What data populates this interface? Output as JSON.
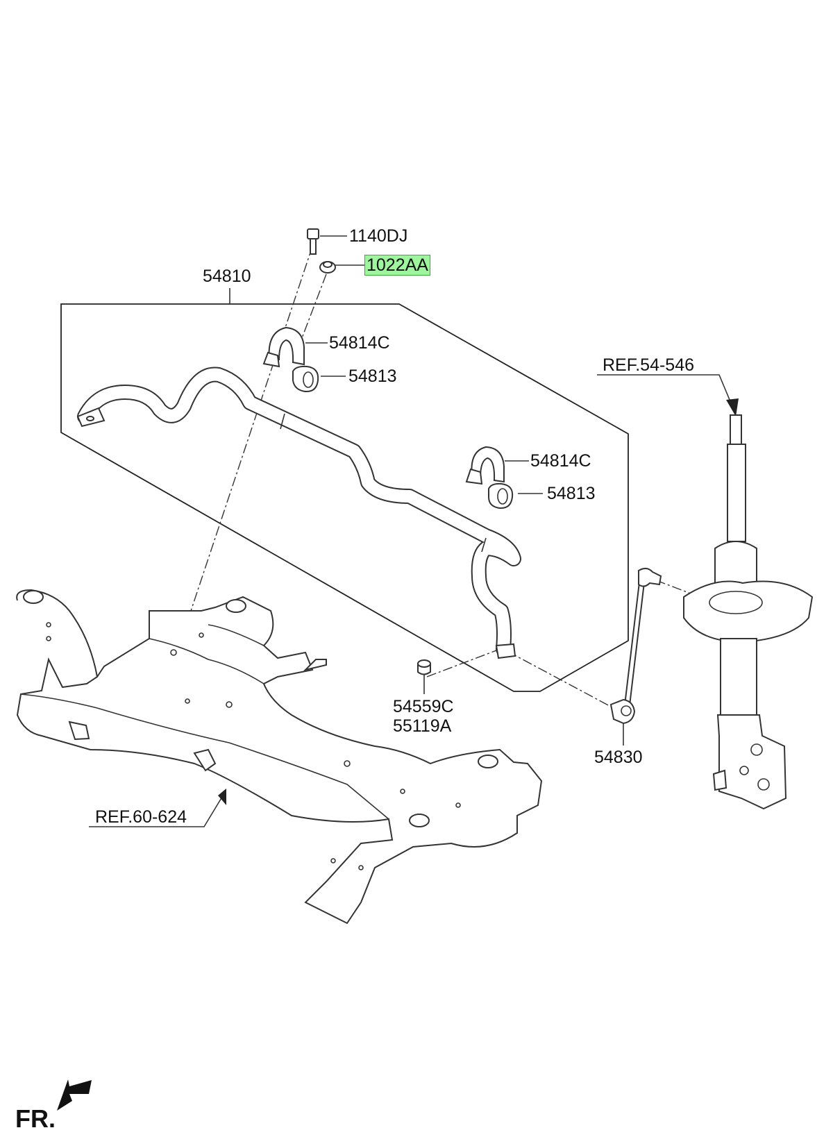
{
  "labels": {
    "bolt": "1140DJ",
    "nut_highlighted": "1022AA",
    "stabilizer_bar_assy": "54810",
    "bracket_upper": "54814C",
    "bushing_upper": "54813",
    "bracket_lower": "54814C",
    "bushing_lower": "54813",
    "ref_strut": "REF.54-546",
    "nut_link_1": "54559C",
    "nut_link_2": "55119A",
    "link_assy": "54830",
    "ref_subframe": "REF.60-624",
    "front_indicator": "FR."
  },
  "colors": {
    "highlight_fill": "#9ef59e",
    "highlight_border": "#3aa83a",
    "line": "#333333"
  },
  "icons": {
    "front_arrow": "front-direction-arrow-icon"
  }
}
